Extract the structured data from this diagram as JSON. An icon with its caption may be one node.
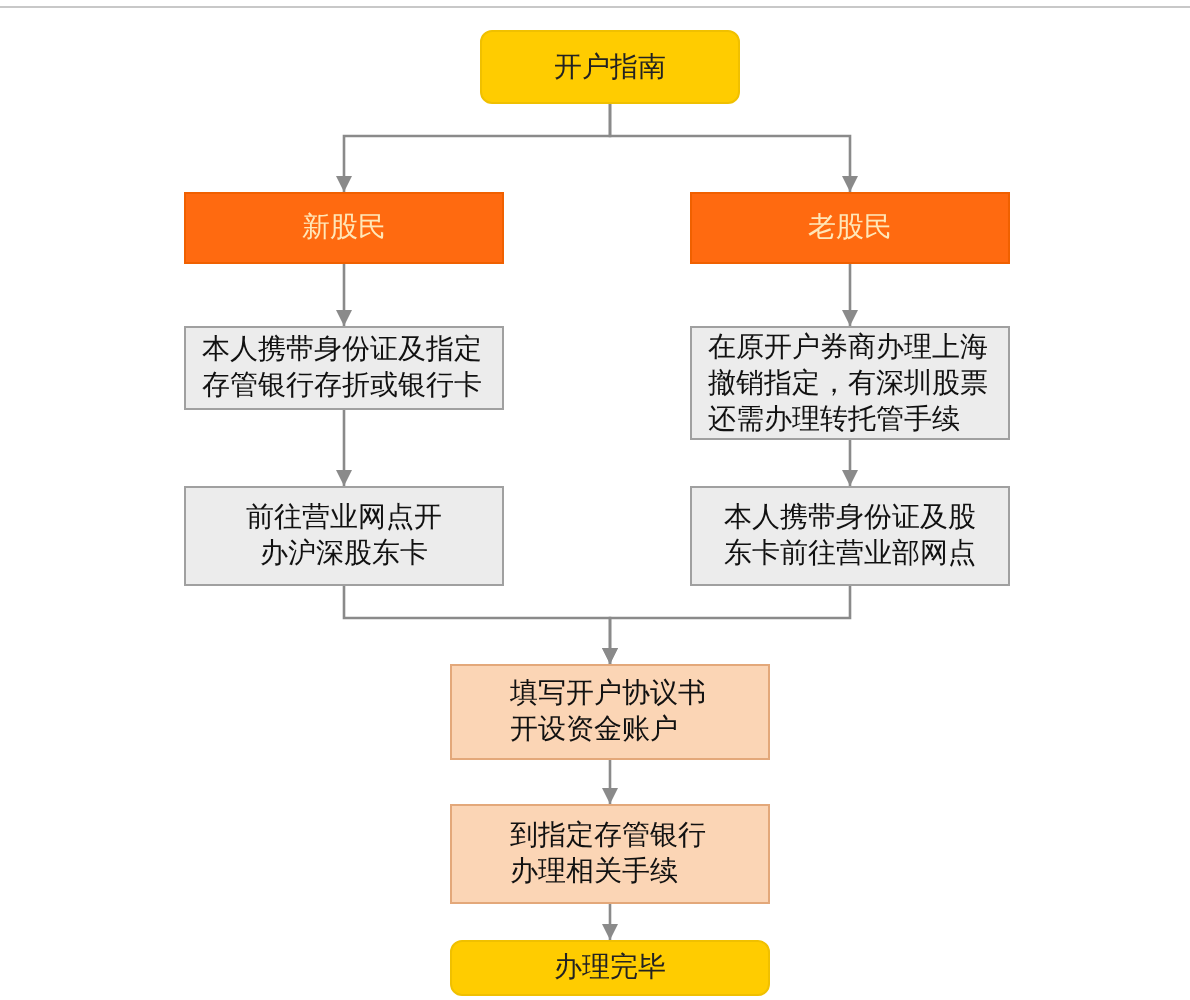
{
  "diagram": {
    "nodes": [
      {
        "text": [
          "开户指南"
        ]
      },
      {
        "text": [
          "新股民"
        ]
      },
      {
        "text": [
          "老股民"
        ]
      },
      {
        "text": [
          "本人携带身份证及指定存管银行存折或银行卡"
        ]
      },
      {
        "text": [
          "在原开户券商办理上海撤销指定，有深圳股票还需办理转托管手续"
        ]
      },
      {
        "text": [
          "前往营业网点开办沪深股东卡"
        ]
      },
      {
        "text": [
          "本人携带身份证及股东卡前往营业部网点"
        ]
      },
      {
        "text": [
          "填写开户协议书开设资金账户"
        ]
      },
      {
        "text": [
          "到指定存管银行办理相关手续"
        ]
      },
      {
        "text": [
          "办理完毕"
        ]
      }
    ],
    "edges": [
      {
        "from": 0,
        "to": 1,
        "arrow": "to"
      },
      {
        "from": 0,
        "to": 2,
        "arrow": "to"
      },
      {
        "from": 1,
        "to": 3,
        "arrow": "to"
      },
      {
        "from": 2,
        "to": 4,
        "arrow": "to"
      },
      {
        "from": 3,
        "to": 5,
        "arrow": "to"
      },
      {
        "from": 4,
        "to": 6,
        "arrow": "to"
      },
      {
        "from": 5,
        "to": 7,
        "arrow": "to"
      },
      {
        "from": 6,
        "to": 7,
        "arrow": "to"
      },
      {
        "from": 7,
        "to": 8,
        "arrow": "to"
      },
      {
        "from": 8,
        "to": 9,
        "arrow": "to"
      }
    ]
  }
}
